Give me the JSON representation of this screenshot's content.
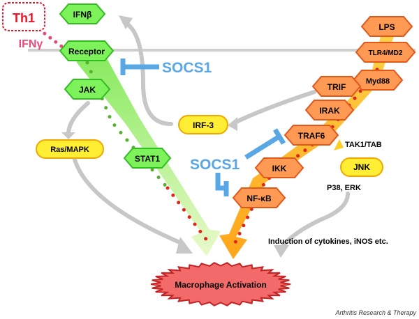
{
  "nodes": {
    "th1": "Th1",
    "ifn_gamma": "IFNγ",
    "ifn_beta": "IFNβ",
    "receptor": "Receptor",
    "jak": "JAK",
    "ras_mapk": "Ras/MAPK",
    "stat1": "STAT1",
    "irf3": "IRF-3",
    "lps": "LPS",
    "tlr4_md2": "TLR4/MD2",
    "myd88": "Myd88",
    "trif": "TRIF",
    "irak": "IRAK",
    "traf6": "TRAF6",
    "tak1_tab": "TAK1/TAB",
    "jnk": "JNK",
    "p38_erk": "P38, ERK",
    "ikk": "IKK",
    "nfkb": "NF-κB",
    "socs1_top": "SOCS1",
    "socs1_bottom": "SOCS1",
    "induction": "Induction of cytokines, iNOS etc.",
    "macrophage": "Macrophage Activation"
  },
  "credit": "Arthritis Research & Therapy",
  "colors": {
    "green_fill": "#7ef25a",
    "green_stroke": "#33bb22",
    "orange_fill": "#ff9a55",
    "orange_stroke": "#e0581a",
    "yellow_fill": "#ffee33",
    "yellow_stroke": "#f0a800",
    "socs_blue": "#5aa7e6",
    "th1_red": "#e4182c",
    "ifng_pink": "#e44a7a",
    "macrophage_fill": "#f26a6a",
    "gray_arrow": "#c7c7c7"
  }
}
